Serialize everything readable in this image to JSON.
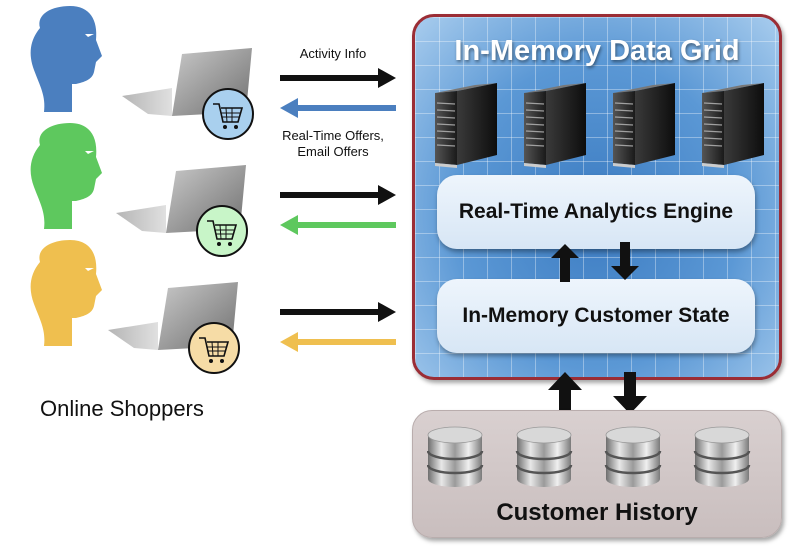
{
  "diagram": {
    "title": "In-Memory Data Grid",
    "grid_servers": [
      "server-1",
      "server-2",
      "server-3",
      "server-4"
    ],
    "analytics_engine_label": "Real-Time Analytics Engine",
    "customer_state_label": "In-Memory Customer State",
    "customer_history_label": "Customer History",
    "history_databases": [
      "database-1",
      "database-2",
      "database-3",
      "database-4"
    ],
    "shoppers_label": "Online Shoppers",
    "arrow_labels": {
      "activity": "Activity Info",
      "offers_line1": "Real-Time Offers,",
      "offers_line2": "Email Offers"
    },
    "shoppers": [
      {
        "color": "#4b7fbf",
        "cart_bg": "#a9d0ee",
        "offer_arrow_color": "#4b7fbf"
      },
      {
        "color": "#5ec85e",
        "cart_bg": "#c8f5c8",
        "offer_arrow_color": "#5ec85e"
      },
      {
        "color": "#efbf4f",
        "cart_bg": "#f6dca6",
        "offer_arrow_color": "#efbf4f"
      }
    ],
    "colors": {
      "grid_border": "#9b2d35",
      "grid_fill": "#5b98d5",
      "history_fill": "#d3c9c9",
      "arrow_dark": "#111111"
    }
  }
}
